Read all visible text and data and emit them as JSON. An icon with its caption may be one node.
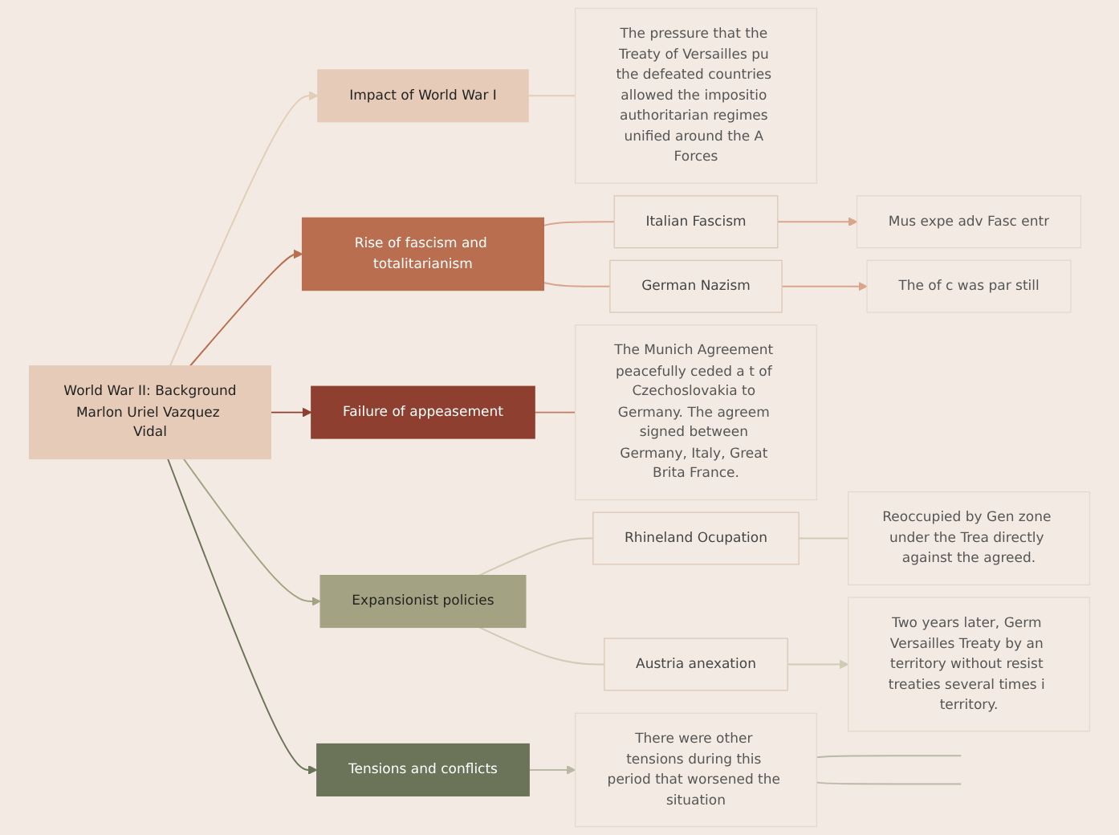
{
  "diagram": {
    "nodes": [
      {
        "text": [
          "World War II: Background",
          "Marlon Uriel Vazquez Vidal"
        ]
      },
      {
        "text": [
          "Impact of World War I"
        ]
      },
      {
        "text": [
          "The pressure that the Treaty of Versailles pu the defeated countries allowed the impositio authoritarian regimes unified around the A Forces"
        ]
      },
      {
        "text": [
          "Rise of fascism and totalitarianism"
        ]
      },
      {
        "text": [
          "Italian Fascism"
        ]
      },
      {
        "text": [
          "Mus expe adv Fasc entr"
        ]
      },
      {
        "text": [
          "German Nazism"
        ]
      },
      {
        "text": [
          "The of c was par still"
        ]
      },
      {
        "text": [
          "Failure of appeasement"
        ]
      },
      {
        "text": [
          "The Munich Agreement peacefully ceded a t of Czechoslovakia to Germany. The agreem signed between Germany, Italy, Great Brita France."
        ]
      },
      {
        "text": [
          "Expansionist policies"
        ]
      },
      {
        "text": [
          "Rhineland Ocupation"
        ]
      },
      {
        "text": [
          "Reoccupied by Gen zone under the Trea directly against the agreed."
        ]
      },
      {
        "text": [
          "Austria anexation"
        ]
      },
      {
        "text": [
          "Two years later, Germ Versailles Treaty by an territory without resist treaties several times i territory."
        ]
      },
      {
        "text": [
          "Tensions and conflicts"
        ]
      },
      {
        "text": [
          "There were other tensions during this period that worsened the situation"
        ]
      }
    ],
    "edges": [
      {
        "from": 0,
        "to": 1,
        "arrow": "to",
        "color": "#e2cdb8"
      },
      {
        "from": 1,
        "to": 2,
        "arrow": "none",
        "color": "#e2cdb8"
      },
      {
        "from": 0,
        "to": 3,
        "arrow": "to",
        "color": "#b86e4f"
      },
      {
        "from": 3,
        "to": 4,
        "arrow": "none",
        "color": "#d9a58c"
      },
      {
        "from": 4,
        "to": 5,
        "arrow": "to",
        "color": "#d9a58c"
      },
      {
        "from": 3,
        "to": 6,
        "arrow": "none",
        "color": "#d9a58c"
      },
      {
        "from": 6,
        "to": 7,
        "arrow": "to",
        "color": "#d9a58c"
      },
      {
        "from": 0,
        "to": 8,
        "arrow": "to",
        "color": "#8e3f2f"
      },
      {
        "from": 8,
        "to": 9,
        "arrow": "none",
        "color": "#c07a6a"
      },
      {
        "from": 0,
        "to": 10,
        "arrow": "to",
        "color": "#a3a383"
      },
      {
        "from": 10,
        "to": 11,
        "arrow": "none",
        "color": "#cfcbb4"
      },
      {
        "from": 11,
        "to": 12,
        "arrow": "none",
        "color": "#cfcbb4"
      },
      {
        "from": 10,
        "to": 13,
        "arrow": "none",
        "color": "#cfcbb4"
      },
      {
        "from": 13,
        "to": 14,
        "arrow": "to",
        "color": "#cfcbb4"
      },
      {
        "from": 0,
        "to": 15,
        "arrow": "to",
        "color": "#6b7358"
      },
      {
        "from": 15,
        "to": 16,
        "arrow": "to",
        "color": "#b9b9a6"
      },
      {
        "from": 16,
        "to": null,
        "arrow": "none",
        "color": "#b9b9a6"
      },
      {
        "from": 16,
        "to": null,
        "arrow": "none",
        "color": "#b9b9a6"
      }
    ]
  }
}
